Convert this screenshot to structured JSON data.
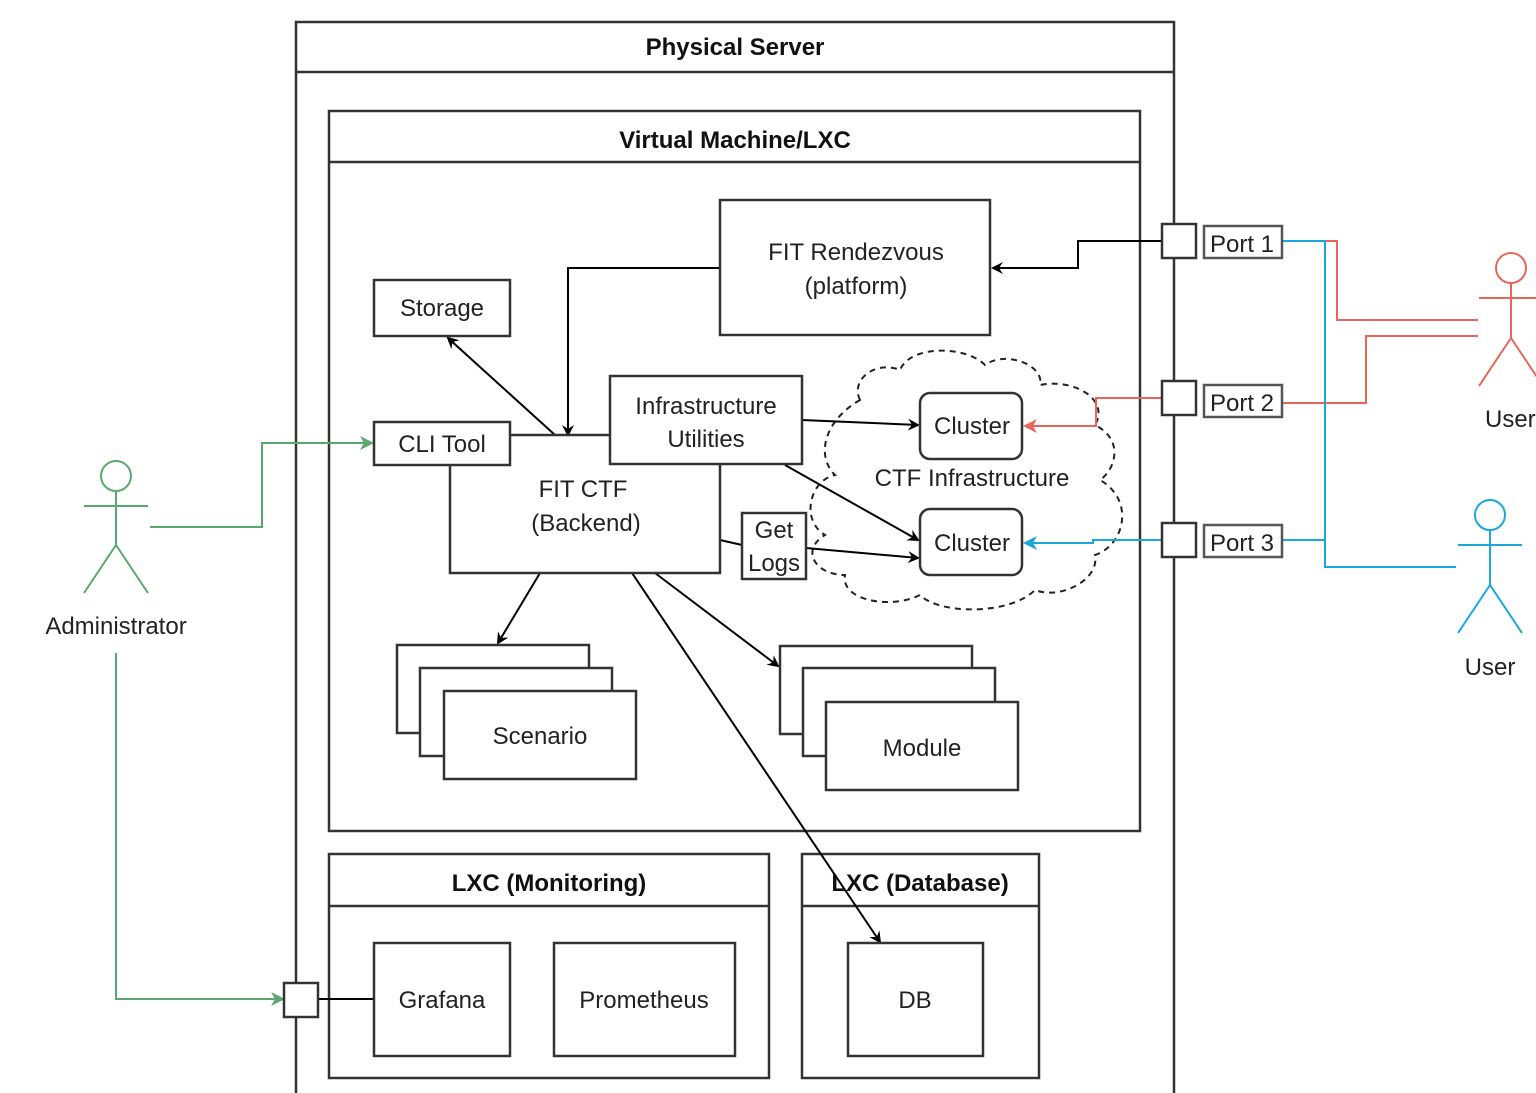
{
  "containers": {
    "physical_server": "Physical Server",
    "virtual_machine": "Virtual Machine/LXC",
    "lxc_monitoring": "LXC (Monitoring)",
    "lxc_database": "LXC (Database)"
  },
  "components": {
    "fit_rendezvous_line1": "FIT Rendezvous",
    "fit_rendezvous_line2": "(platform)",
    "storage": "Storage",
    "cli_tool": "CLI Tool",
    "infra_utils_line1": "Infrastructure",
    "infra_utils_line2": "Utilities",
    "fit_ctf_line1": "FIT CTF",
    "fit_ctf_line2": "(Backend)",
    "get_logs_line1": "Get",
    "get_logs_line2": "Logs",
    "cluster_1": "Cluster",
    "cluster_2": "Cluster",
    "ctf_infrastructure": "CTF Infrastructure",
    "scenario": "Scenario",
    "module": "Module",
    "grafana": "Grafana",
    "prometheus": "Prometheus",
    "db": "DB"
  },
  "ports": {
    "port1": "Port 1",
    "port2": "Port 2",
    "port3": "Port 3"
  },
  "actors": {
    "administrator": "Administrator",
    "user_red": "User",
    "user_blue": "User"
  },
  "colors": {
    "admin_green": "#5aa86e",
    "user_red": "#e8655a",
    "user_blue": "#1aa7dd",
    "line_black": "#000000"
  }
}
